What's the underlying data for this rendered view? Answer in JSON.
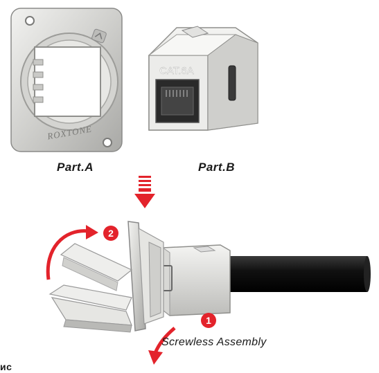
{
  "parts": {
    "part_a_label": "Part.A",
    "part_b_label": "Part.B"
  },
  "panel_text": {
    "brand": "ROXTONE",
    "category": "CAT.6A"
  },
  "steps": {
    "step_1": "1",
    "step_2": "2"
  },
  "caption": "Screwless Assembly",
  "corner_text": "ис",
  "colors": {
    "accent_red": "#e3232b",
    "metal": "#d9d9d6",
    "cable": "#1a1a1a"
  }
}
